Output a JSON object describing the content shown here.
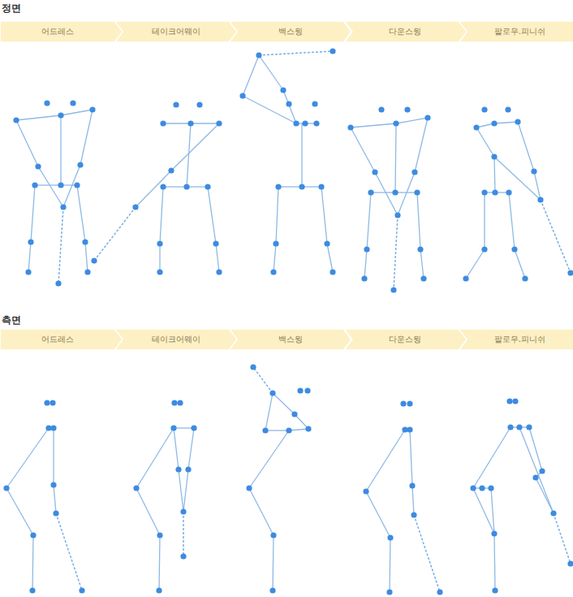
{
  "diagram": {
    "nodes": [
      {
        "text": [
          "어드레스"
        ]
      },
      {
        "text": [
          "테이크어웨이"
        ]
      },
      {
        "text": [
          "백스윙"
        ]
      },
      {
        "text": [
          "다운스윙"
        ]
      },
      {
        "text": [
          "팔로우.피니쉬"
        ]
      },
      {
        "text": [
          "어드레스"
        ]
      },
      {
        "text": [
          "테이크어웨이"
        ]
      },
      {
        "text": [
          "백스윙"
        ]
      },
      {
        "text": [
          "다운스윙"
        ]
      },
      {
        "text": [
          "팔로우.피니쉬"
        ]
      }
    ],
    "labels": [
      "정면",
      "측면"
    ]
  }
}
